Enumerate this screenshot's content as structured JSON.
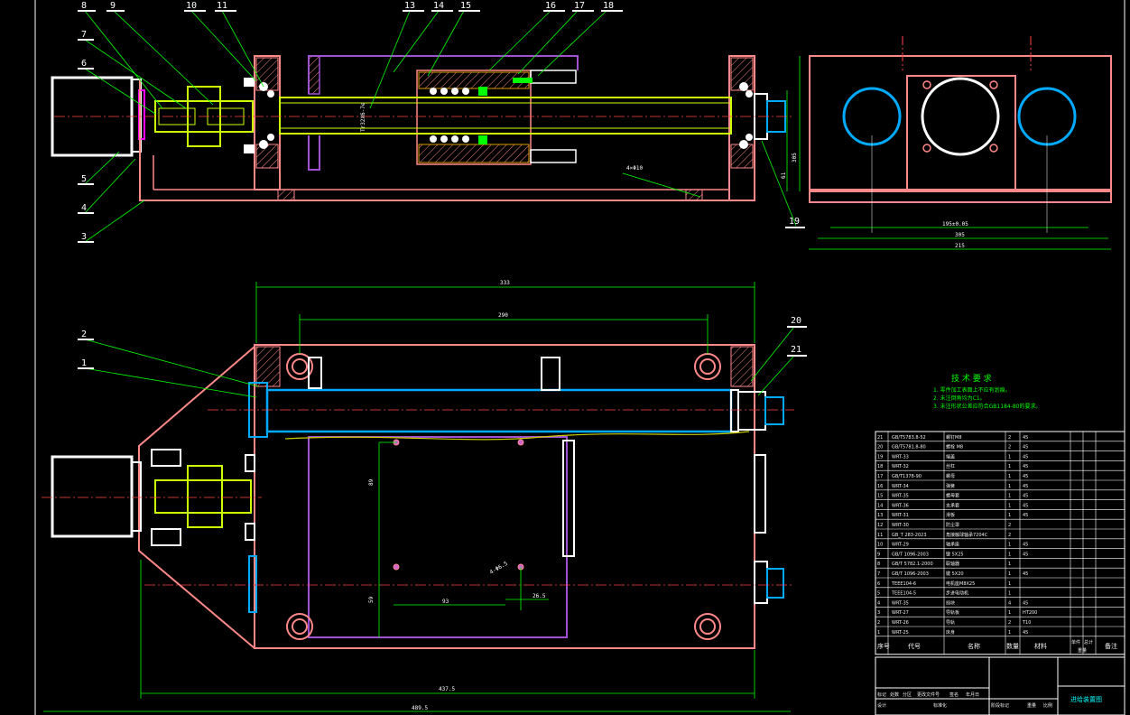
{
  "balloons": [
    "8",
    "9",
    "10",
    "11",
    "13",
    "14",
    "15",
    "16",
    "17",
    "18",
    "7",
    "6",
    "5",
    "4",
    "3",
    "19",
    "2",
    "1",
    "20",
    "21"
  ],
  "dims": {
    "top_total": "333",
    "top_inner": "290",
    "bottom_inner": "437.5",
    "bottom_total": "489.5",
    "side_a": "195±0.05",
    "side_b": "305",
    "side_c": "215",
    "side_h1": "305",
    "side_h2": "61",
    "holes": "4×Φ10",
    "len_89": "89",
    "len_59": "59",
    "len_93": "93",
    "len_265": "26.5",
    "hole_note": "4-Φ6.5",
    "shaft_label": "Tr32X6-7e"
  },
  "tech": {
    "title": "技 术 要 求",
    "lines": [
      "1. 零件加工表面上不应有划痕。",
      "2. 未注倒角均为C1。",
      "3. 未注形状公差应符合GB1184-80的要求。"
    ]
  },
  "bom": {
    "rows": [
      {
        "no": "21",
        "code": "GB/T5783.8-52",
        "name": "螺钉M8",
        "qty": "2",
        "mat": "45"
      },
      {
        "no": "20",
        "code": "GB/T5781.8-80",
        "name": "螺栓 M8",
        "qty": "2",
        "mat": "45"
      },
      {
        "no": "19",
        "code": "WRT-33",
        "name": "端盖",
        "qty": "1",
        "mat": "45"
      },
      {
        "no": "18",
        "code": "WRT-32",
        "name": "丝杠",
        "qty": "1",
        "mat": "45"
      },
      {
        "no": "17",
        "code": "GB/T1378-90",
        "name": "螺母",
        "qty": "1",
        "mat": "45"
      },
      {
        "no": "16",
        "code": "WRT-34",
        "name": "弹簧",
        "qty": "1",
        "mat": "45"
      },
      {
        "no": "15",
        "code": "WRT-35",
        "name": "螺母套",
        "qty": "1",
        "mat": "45"
      },
      {
        "no": "14",
        "code": "WRT-36",
        "name": "支承套",
        "qty": "1",
        "mat": "45"
      },
      {
        "no": "13",
        "code": "WRT-31",
        "name": "滑板",
        "qty": "1",
        "mat": "45"
      },
      {
        "no": "12",
        "code": "WRT-30",
        "name": "防尘罩",
        "qty": "2",
        "mat": ""
      },
      {
        "no": "11",
        "code": "GB_T 283-2023",
        "name": "角接触球轴承7204C",
        "qty": "2",
        "mat": ""
      },
      {
        "no": "10",
        "code": "WRT-29",
        "name": "轴承座",
        "qty": "1",
        "mat": "45"
      },
      {
        "no": "9",
        "code": "GB/T 1096-2003",
        "name": "键 5X25",
        "qty": "1",
        "mat": "45"
      },
      {
        "no": "8",
        "code": "GB/T 5782.1-2000",
        "name": "联轴器",
        "qty": "1",
        "mat": ""
      },
      {
        "no": "7",
        "code": "GB/T 1096-2003",
        "name": "键 5X20",
        "qty": "1",
        "mat": "45"
      },
      {
        "no": "6",
        "code": "TEEE104-6",
        "name": "电机座M8X25",
        "qty": "1",
        "mat": ""
      },
      {
        "no": "5",
        "code": "TEEE104-5",
        "name": "步进电动机",
        "qty": "1",
        "mat": ""
      },
      {
        "no": "4",
        "code": "WRT-35",
        "name": "挡块",
        "qty": "4",
        "mat": "45"
      },
      {
        "no": "3",
        "code": "WRT-27",
        "name": "导轨板",
        "qty": "1",
        "mat": "HT200"
      },
      {
        "no": "2",
        "code": "WRT-26",
        "name": "导轨",
        "qty": "2",
        "mat": "T10"
      },
      {
        "no": "1",
        "code": "WRT-25",
        "name": "床身",
        "qty": "1",
        "mat": "45"
      }
    ],
    "header": {
      "no": "序号",
      "code": "代号",
      "name": "名称",
      "qty": "数量",
      "mat": "材料",
      "w1": "单件",
      "w2": "总计",
      "wt": "重量",
      "note": "备注"
    }
  },
  "titleblock": {
    "drawing_title": "进给装置图",
    "row1": [
      "标记",
      "处数",
      "分区",
      "更改文件号",
      "签名",
      "年月日"
    ],
    "row2": [
      "设计",
      "标准化",
      "阶段标记",
      "重量",
      "比例"
    ]
  }
}
